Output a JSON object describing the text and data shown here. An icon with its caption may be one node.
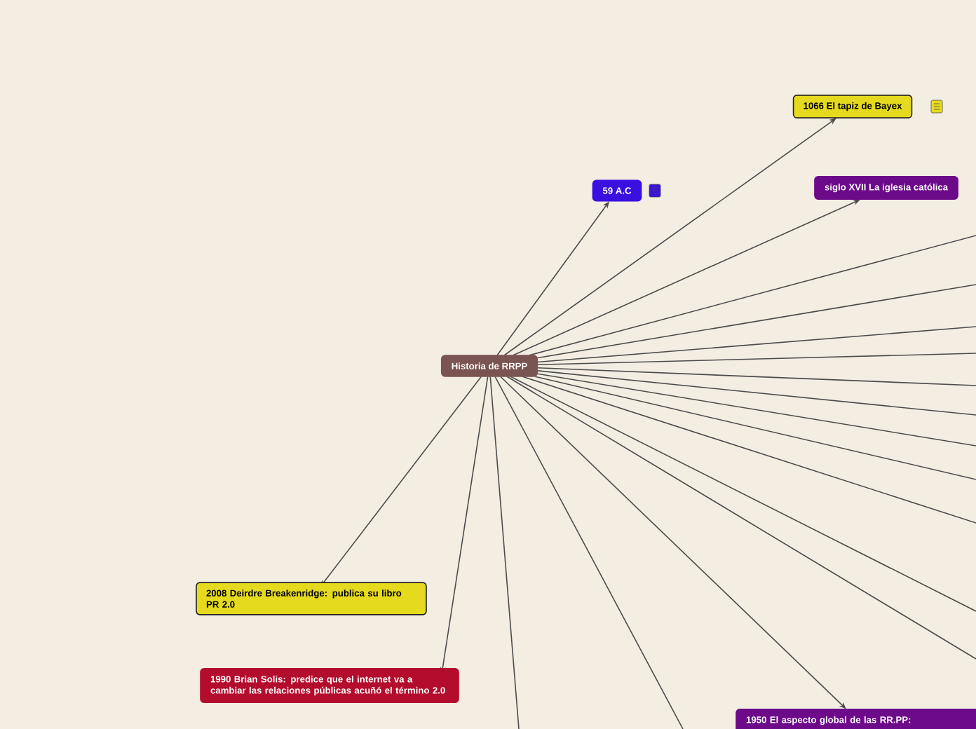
{
  "diagram": {
    "nodes": [
      {
        "text": [
          "Historia de RRPP"
        ]
      },
      {
        "text": [
          "59 A.C"
        ]
      },
      {
        "text": [
          "1066 El tapiz de Bayex"
        ]
      },
      {
        "text": [
          "siglo XVII La iglesia católica"
        ]
      },
      {
        "text": [
          "2008 Deirdre Breakenridge: publica su libro PR 2.0"
        ]
      },
      {
        "text": [
          "1990 Brian Solis: predice que el internet va a cambiar las relaciones públicas acuñó el término 2.0"
        ]
      },
      {
        "text": [
          "1950 El aspecto global de las RR.PP:"
        ]
      }
    ],
    "edges": [
      {
        "from": 0,
        "to": 1,
        "arrow": "to"
      },
      {
        "from": 0,
        "to": 2,
        "arrow": "to"
      },
      {
        "from": 0,
        "to": 3,
        "arrow": "to"
      },
      {
        "from": 0,
        "to": null,
        "arrow": "none"
      },
      {
        "from": 0,
        "to": null,
        "arrow": "none"
      },
      {
        "from": 0,
        "to": null,
        "arrow": "none"
      },
      {
        "from": 0,
        "to": null,
        "arrow": "none"
      },
      {
        "from": 0,
        "to": null,
        "arrow": "none"
      },
      {
        "from": 0,
        "to": null,
        "arrow": "none"
      },
      {
        "from": 0,
        "to": null,
        "arrow": "none"
      },
      {
        "from": 0,
        "to": null,
        "arrow": "none"
      },
      {
        "from": 0,
        "to": null,
        "arrow": "none"
      },
      {
        "from": 0,
        "to": null,
        "arrow": "none"
      },
      {
        "from": 0,
        "to": null,
        "arrow": "none"
      },
      {
        "from": 0,
        "to": 6,
        "arrow": "to"
      },
      {
        "from": 0,
        "to": null,
        "arrow": "none"
      },
      {
        "from": 0,
        "to": null,
        "arrow": "none"
      },
      {
        "from": 0,
        "to": 5,
        "arrow": "to"
      },
      {
        "from": 0,
        "to": 4,
        "arrow": "to"
      }
    ]
  }
}
